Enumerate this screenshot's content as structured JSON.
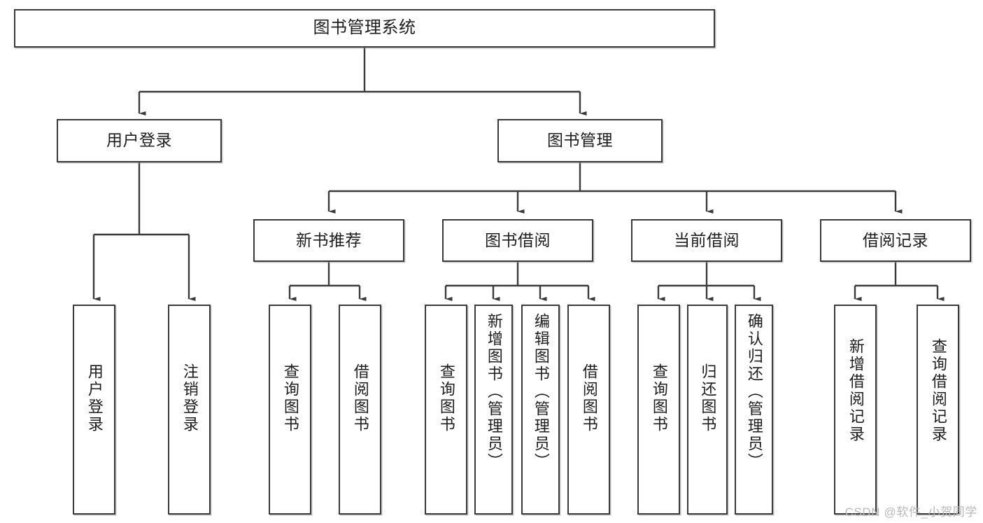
{
  "diagram": {
    "title": "图书管理系统",
    "type": "hierarchy-tree",
    "colors": {
      "box_border": "#3a3a3a",
      "box_fill": "#ffffff",
      "connector": "#3a3a3a",
      "background": "#ffffff",
      "watermark": "#b9b9b9"
    },
    "root": {
      "label": "图书管理系统"
    },
    "level2": [
      {
        "label": "用户登录"
      },
      {
        "label": "图书管理"
      }
    ],
    "level3": [
      {
        "label": "新书推荐"
      },
      {
        "label": "图书借阅"
      },
      {
        "label": "当前借阅"
      },
      {
        "label": "借阅记录"
      }
    ],
    "leaves": {
      "user_login": [
        {
          "label": "用户登录"
        },
        {
          "label": "注销登录"
        }
      ],
      "new_book_recommend": [
        {
          "label": "查询图书"
        },
        {
          "label": "借阅图书"
        }
      ],
      "book_borrow": [
        {
          "label": "查询图书"
        },
        {
          "label": "新增图书（管理员）"
        },
        {
          "label": "编辑图书（管理员）"
        },
        {
          "label": "借阅图书"
        }
      ],
      "current_borrow": [
        {
          "label": "查询图书"
        },
        {
          "label": "归还图书"
        },
        {
          "label": "确认归还（管理员）"
        }
      ],
      "borrow_record": [
        {
          "label": "新增借阅记录"
        },
        {
          "label": "查询借阅记录"
        }
      ]
    },
    "watermark": "CSDN @软件_小贺同学"
  }
}
